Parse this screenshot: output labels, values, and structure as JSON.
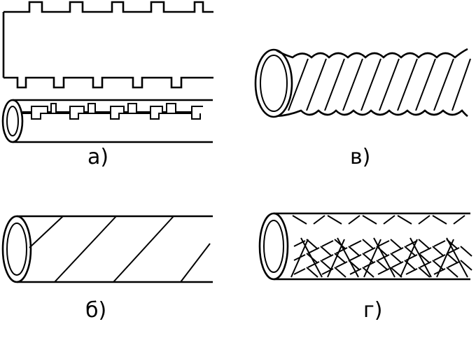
{
  "labels": {
    "a": "а)",
    "b": "б)",
    "v": "в)",
    "g": "г)"
  },
  "colors": {
    "stroke": "#000000",
    "background": "#ffffff"
  }
}
